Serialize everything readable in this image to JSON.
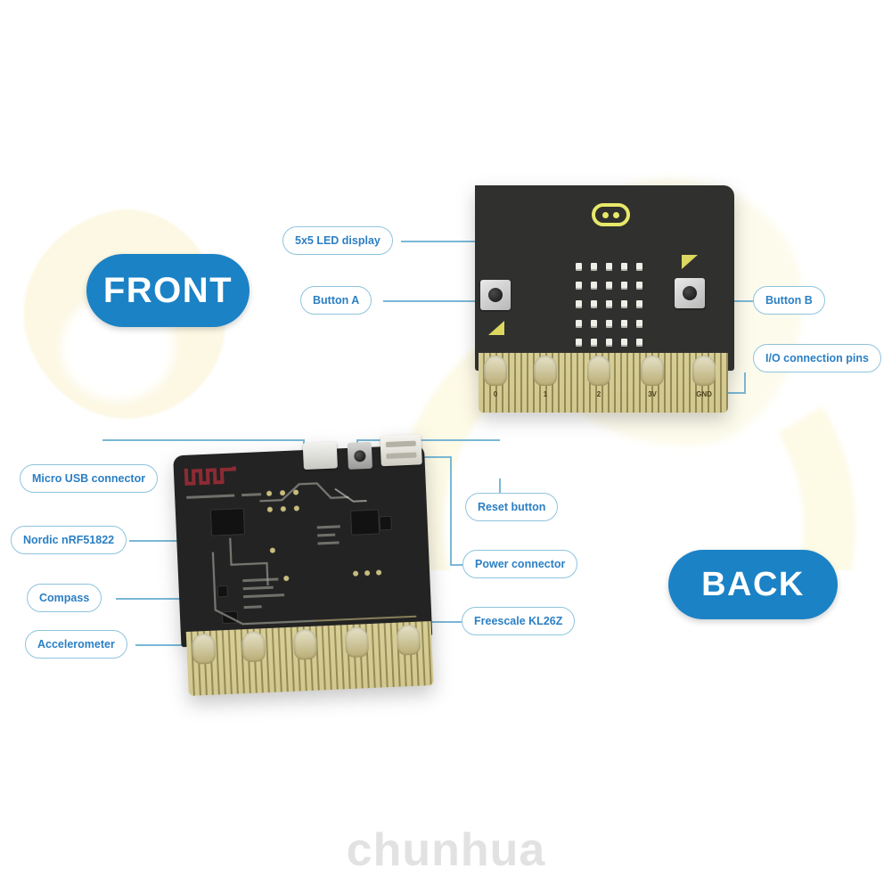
{
  "badges": {
    "front": "FRONT",
    "back": "BACK",
    "accent_color": "#1b82c6"
  },
  "watermark": "chunhua",
  "callouts": {
    "front": [
      {
        "id": "led-display",
        "label": "5x5 LED display"
      },
      {
        "id": "button-a",
        "label": "Button A"
      },
      {
        "id": "button-b",
        "label": "Button B"
      },
      {
        "id": "io-pins",
        "label": "I/O connection pins"
      }
    ],
    "back": [
      {
        "id": "micro-usb",
        "label": "Micro USB connector"
      },
      {
        "id": "nordic",
        "label": "Nordic nRF51822"
      },
      {
        "id": "compass",
        "label": "Compass"
      },
      {
        "id": "accelerometer",
        "label": "Accelerometer"
      },
      {
        "id": "reset",
        "label": "Reset button"
      },
      {
        "id": "power",
        "label": "Power connector"
      },
      {
        "id": "freescale",
        "label": "Freescale KL26Z"
      }
    ]
  },
  "front_board": {
    "edge_pins": [
      "0",
      "1",
      "2",
      "3V",
      "GND"
    ],
    "led_rows": 5,
    "led_cols": 5,
    "board_color": "#30302e",
    "accent_color": "#ece878",
    "edge_connector_color": "#bdb177"
  },
  "back_board": {
    "board_color": "#232323",
    "antenna_color": "#8d2b33",
    "edge_connector_color": "#c2b67c"
  },
  "background": {
    "page_color": "#ffffff",
    "blob_color": "#fcf8e3"
  }
}
